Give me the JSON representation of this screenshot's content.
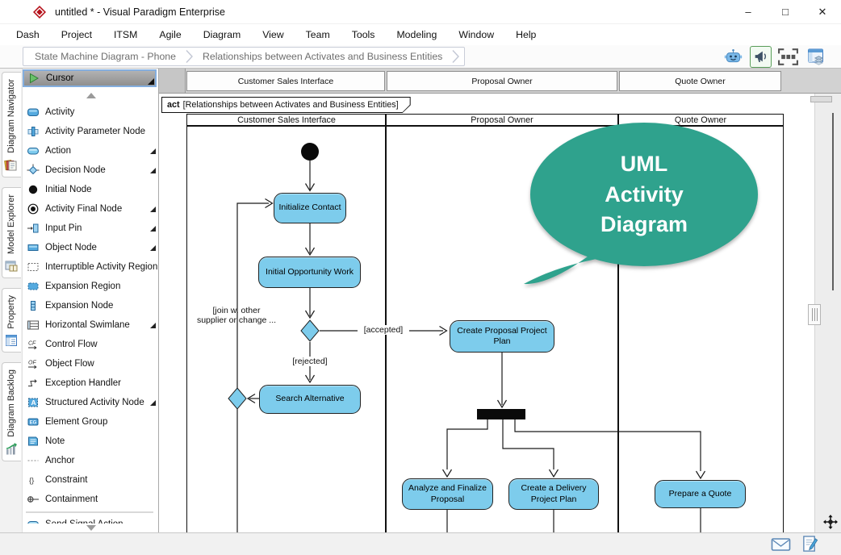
{
  "window": {
    "title": "untitled * - Visual Paradigm Enterprise",
    "controls": [
      {
        "name": "minimize",
        "glyph": "–"
      },
      {
        "name": "maximize",
        "glyph": "□"
      },
      {
        "name": "close",
        "glyph": "✕"
      }
    ]
  },
  "menu": {
    "items": [
      "Dash",
      "Project",
      "ITSM",
      "Agile",
      "Diagram",
      "View",
      "Team",
      "Tools",
      "Modeling",
      "Window",
      "Help"
    ]
  },
  "breadcrumb": {
    "items": [
      "State Machine Diagram - Phone",
      "Relationships between Activates and Business Entities"
    ]
  },
  "quick_toolbar": {
    "buttons": [
      {
        "name": "ai-assistant",
        "icon": "ai-robot",
        "active": false
      },
      {
        "name": "announcement",
        "icon": "megaphone",
        "active": true
      },
      {
        "name": "selection-preview",
        "icon": "marquee",
        "active": false
      },
      {
        "name": "panel-layout",
        "icon": "layers-panel",
        "active": false
      }
    ]
  },
  "side_tabs": [
    {
      "label": "Diagram Navigator",
      "icon": "diagram-navigator"
    },
    {
      "label": "Model Explorer",
      "icon": "model-explorer"
    },
    {
      "label": "Property",
      "icon": "property"
    },
    {
      "label": "Diagram Backlog",
      "icon": "diagram-backlog"
    }
  ],
  "toolbox": {
    "selected_tool": {
      "label": "Cursor",
      "icon": "cursor",
      "has_flyout": true
    },
    "items": [
      {
        "label": "Activity",
        "icon": "activity",
        "has_flyout": false
      },
      {
        "label": "Activity Parameter Node",
        "icon": "activity-parameter-node",
        "has_flyout": false
      },
      {
        "label": "Action",
        "icon": "action",
        "has_flyout": true
      },
      {
        "label": "Decision Node",
        "icon": "decision-node",
        "has_flyout": true
      },
      {
        "label": "Initial Node",
        "icon": "initial-node",
        "has_flyout": false
      },
      {
        "label": "Activity Final Node",
        "icon": "activity-final-node",
        "has_flyout": true
      },
      {
        "label": "Input Pin",
        "icon": "input-pin",
        "has_flyout": true
      },
      {
        "label": "Object Node",
        "icon": "object-node",
        "has_flyout": true
      },
      {
        "label": "Interruptible Activity Region",
        "icon": "interruptible-activity-region",
        "has_flyout": false
      },
      {
        "label": "Expansion Region",
        "icon": "expansion-region",
        "has_flyout": false
      },
      {
        "label": "Expansion Node",
        "icon": "expansion-node",
        "has_flyout": false
      },
      {
        "label": "Horizontal Swimlane",
        "icon": "horizontal-swimlane",
        "has_flyout": true
      },
      {
        "label": "Control Flow",
        "icon": "control-flow",
        "has_flyout": false
      },
      {
        "label": "Object Flow",
        "icon": "object-flow",
        "has_flyout": false
      },
      {
        "label": "Exception Handler",
        "icon": "exception-handler",
        "has_flyout": false
      },
      {
        "label": "Structured Activity Node",
        "icon": "structured-activity-node",
        "has_flyout": true
      },
      {
        "label": "Element Group",
        "icon": "element-group",
        "has_flyout": false
      },
      {
        "label": "Note",
        "icon": "note",
        "has_flyout": false
      },
      {
        "label": "Anchor",
        "icon": "anchor",
        "has_flyout": false
      },
      {
        "label": "Constraint",
        "icon": "constraint",
        "has_flyout": false
      },
      {
        "label": "Containment",
        "icon": "containment",
        "has_flyout": false
      }
    ],
    "partial_item": {
      "label": "Send Signal Action",
      "icon": "action"
    }
  },
  "canvas": {
    "sticky_lane_headers": [
      "Customer Sales Interface",
      "Proposal Owner",
      "Quote Owner"
    ],
    "frame": {
      "keyword": "act",
      "title": "[Relationships between Activates and Business Entities]"
    },
    "lanes": [
      "Customer Sales Interface",
      "Proposal Owner",
      "Quote Owner"
    ],
    "nodes": [
      {
        "id": "initial",
        "type": "initial",
        "label": ""
      },
      {
        "id": "initialize-contact",
        "type": "action",
        "label": "Initialize Contact"
      },
      {
        "id": "initial-opportunity-work",
        "type": "action",
        "label": "Initial Opportunity Work"
      },
      {
        "id": "decision",
        "type": "diamond",
        "label": ""
      },
      {
        "id": "search-alternative",
        "type": "action",
        "label": "Search Alternative"
      },
      {
        "id": "merge",
        "type": "diamond",
        "label": ""
      },
      {
        "id": "create-proposal-project-plan",
        "type": "action",
        "label": "Create Proposal Project Plan"
      },
      {
        "id": "fork",
        "type": "fork",
        "label": ""
      },
      {
        "id": "analyze-and-finalize-proposal",
        "type": "action",
        "label": "Analyze and Finalize Proposal"
      },
      {
        "id": "create-a-delivery-project-plan",
        "type": "action",
        "label": "Create a Delivery Project Plan"
      },
      {
        "id": "prepare-a-quote",
        "type": "action",
        "label": "Prepare a Quote"
      }
    ],
    "edge_labels": [
      {
        "id": "accepted",
        "text": "[accepted]"
      },
      {
        "id": "rejected",
        "text": "[rejected]"
      },
      {
        "id": "join-note",
        "text": "[join w. other\nsupplier or change ..."
      }
    ],
    "callout": {
      "text": "UML\nActivity\nDiagram",
      "color": "#2FA28D"
    }
  },
  "status_bar": {
    "icons": [
      {
        "name": "mail"
      },
      {
        "name": "edit-note"
      }
    ]
  },
  "colors": {
    "node_fill": "#7DCCEC",
    "node_border": "#222222",
    "callout": "#2FA28D",
    "selection_border": "#84AEDE"
  }
}
